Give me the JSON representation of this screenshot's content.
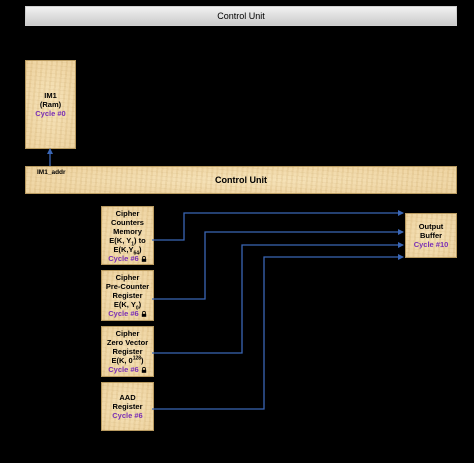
{
  "top_bar": {
    "label": "Control Unit"
  },
  "im1": {
    "line1": "IM1",
    "line2": "(Ram)",
    "cycle": "Cycle #0"
  },
  "control_bar": {
    "label": "Control Unit",
    "addr_label": "IM1_addr"
  },
  "cipher_counters": {
    "l1": "Cipher",
    "l2": "Counters",
    "l3": "Memory",
    "l4_pre": "E(K, Y",
    "l4_sub": "1",
    "l4_post": ") to",
    "l5_pre": "E(K,Y",
    "l5_sub": "64",
    "l5_post": ")",
    "cycle": "Cycle #6"
  },
  "pre_counter": {
    "l1": "Cipher",
    "l2": "Pre-Counter",
    "l3": "Register",
    "l4_pre": "E(K, Y",
    "l4_sub": "0",
    "l4_post": ")",
    "cycle": "Cycle #6"
  },
  "zero_vector": {
    "l1": "Cipher",
    "l2": "Zero Vector",
    "l3": "Register",
    "l4_pre": "E(K, 0",
    "l4_sup": "128",
    "l4_post": ")",
    "cycle": "Cycle #6"
  },
  "aad": {
    "l1": "AAD",
    "l2": "Register",
    "cycle": "Cycle #6"
  },
  "output": {
    "l1": "Output",
    "l2": "Buffer",
    "cycle": "Cycle #10"
  },
  "colors": {
    "wire": "#3a66b5",
    "cycle": "#7a2fb5",
    "box": "#f1d9a8"
  },
  "icons": {
    "lock": "padlock-icon"
  }
}
